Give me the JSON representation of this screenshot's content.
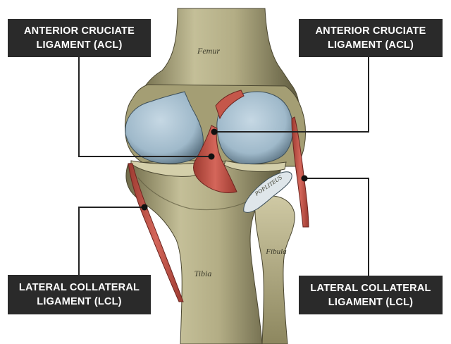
{
  "colors": {
    "background": "#ffffff",
    "callout_bg": "#2a2a2a",
    "callout_text": "#ffffff",
    "bone": "#b7b28c",
    "bone_shadow": "#5e5a3e",
    "cartilage": "#a9c2d2",
    "ligament": "#c5574a",
    "leader_line": "#222222"
  },
  "callouts": {
    "top_left": {
      "line1": "ANTERIOR CRUCIATE",
      "line2": "LIGAMENT (ACL)"
    },
    "top_right": {
      "line1": "ANTERIOR CRUCIATE",
      "line2": "LIGAMENT (ACL)"
    },
    "bottom_left": {
      "line1": "LATERAL COLLATERAL",
      "line2": "LIGAMENT (LCL)"
    },
    "bottom_right": {
      "line1": "LATERAL COLLATERAL",
      "line2": "LIGAMENT (LCL)"
    }
  },
  "illustration_labels": {
    "femur": "Femur",
    "tibia": "Tibia",
    "fibula": "Fibula",
    "popliteus": "POPLITEUS"
  }
}
